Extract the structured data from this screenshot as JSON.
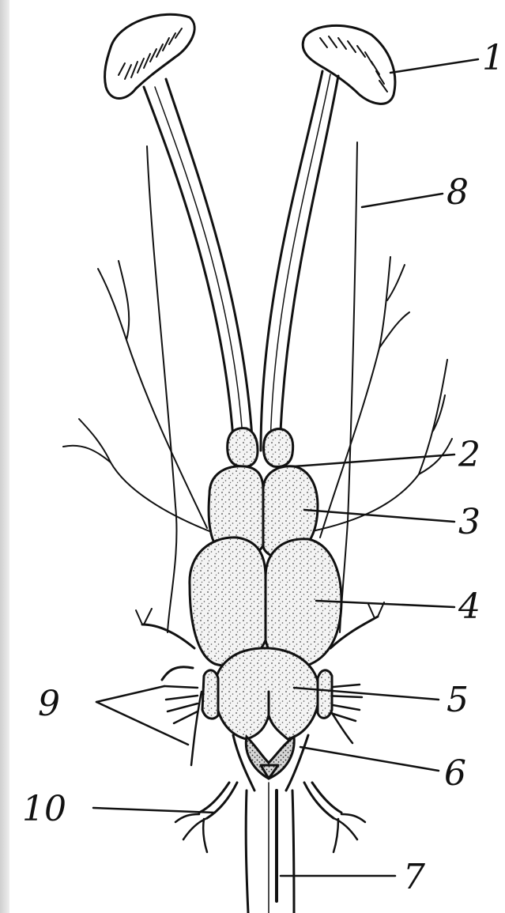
{
  "labels": {
    "l1": "1",
    "l2": "2",
    "l3": "3",
    "l4": "4",
    "l5": "5",
    "l6": "6",
    "l7": "7",
    "l8": "8",
    "l9": "9",
    "l10": "10"
  },
  "colors": {
    "ink": "#111111",
    "paper": "#ffffff",
    "strip": "#d8d8d8"
  }
}
